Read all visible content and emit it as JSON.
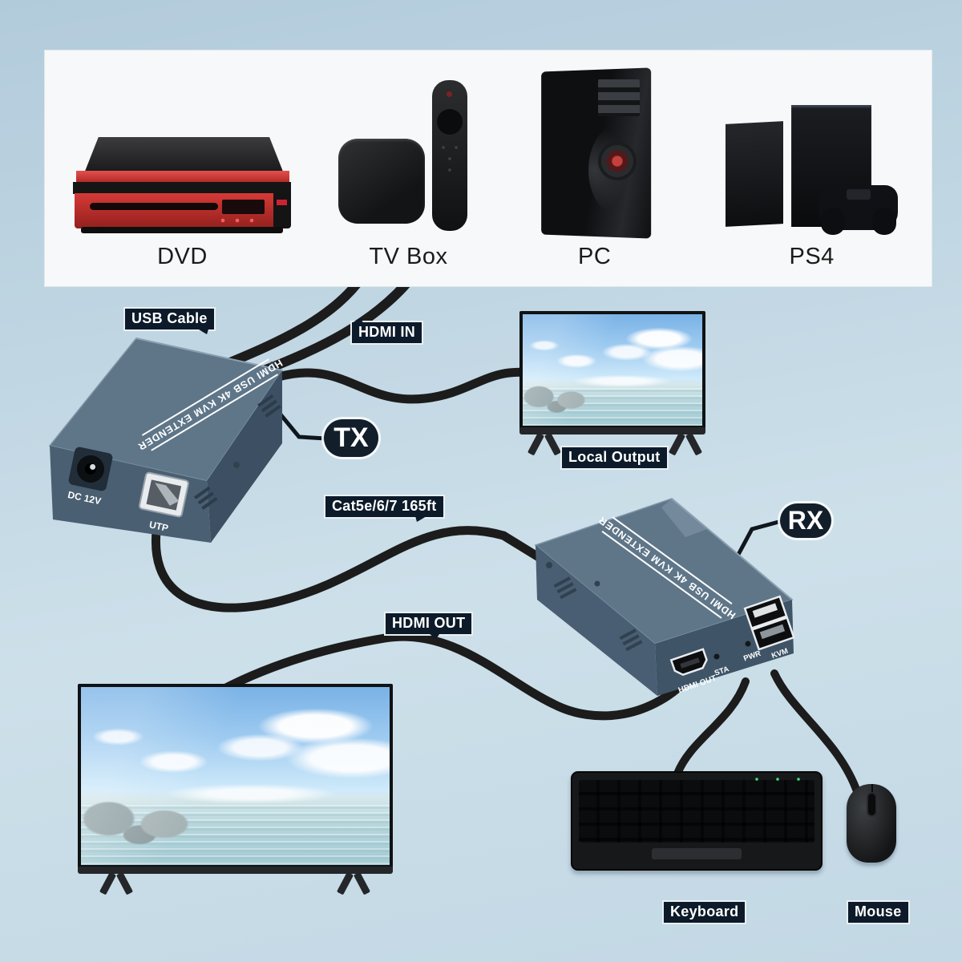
{
  "banner": {
    "devices": [
      {
        "id": "dvd",
        "label": "DVD"
      },
      {
        "id": "tv-box",
        "label": "TV Box"
      },
      {
        "id": "pc",
        "label": "PC"
      },
      {
        "id": "ps4",
        "label": "PS4"
      }
    ]
  },
  "tags": {
    "usb_cable": "USB Cable",
    "hdmi_in": "HDMI IN",
    "local_output": "Local Output",
    "cat5": "Cat5e/6/7 165ft",
    "hdmi_out": "HDMI OUT",
    "keyboard": "Keyboard",
    "mouse": "Mouse"
  },
  "tx": {
    "tag": "TX",
    "top_text": "HDMI USB 4K KVM EXTENDER",
    "dc_label": "DC 12V",
    "utp_label": "UTP"
  },
  "rx": {
    "tag": "RX",
    "top_text": "HDMI USB 4K KVM EXTENDER",
    "hdmi_label": "HDMI OUT",
    "sta_label": "STA",
    "pwr_label": "PWR",
    "kvm_label": "KVM"
  },
  "colors": {
    "background_top": "#b2cbdb",
    "background_bottom": "#c2d8e4",
    "banner_bg": "#f6f8f9",
    "tag_bg": "#0c1a29",
    "tag_text": "#ffffff",
    "extender_top": "#5f7689",
    "extender_side": "#3d5063",
    "extender_front": "#4a5f72",
    "cable": "#1c1c1c",
    "dvd_red": "#d63a36"
  }
}
